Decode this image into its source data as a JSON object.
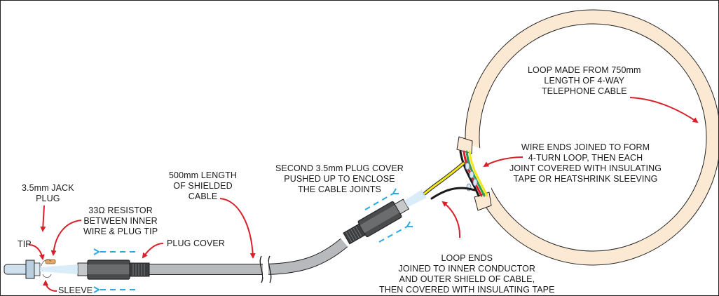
{
  "diagram": {
    "title": "Loop antenna built from shielded cable and 4-way telephone cable",
    "colors": {
      "arrow": "#d9202a",
      "motion_arrow": "#29a9e1",
      "loop_fill": "#fbe9d3",
      "cable_grey": "#b7b9bc",
      "plug_cover": "#4a4b4d",
      "wire_yellow": "#f2e51c",
      "wire_black": "#1a1a1a",
      "wire_red": "#d9202a",
      "wire_green": "#2e9e48"
    },
    "labels": {
      "jack_plug": [
        "3.5mm JACK",
        "PLUG"
      ],
      "resistor": [
        "33Ω RESISTOR",
        "BETWEEN INNER",
        "WIRE & PLUG TIP"
      ],
      "tip": [
        "TIP"
      ],
      "sleeve": [
        "SLEEVE"
      ],
      "plug_cover": [
        "PLUG COVER"
      ],
      "shielded_cable": [
        "500mm LENGTH",
        "OF SHIELDED",
        "CABLE"
      ],
      "second_plug_cover": [
        "SECOND 3.5mm PLUG COVER",
        "PUSHED UP TO ENCLOSE",
        "THE CABLE JOINTS"
      ],
      "loop_ends": [
        "LOOP ENDS",
        "JOINED TO INNER CONDUCTOR",
        "AND OUTER SHIELD OF CABLE,",
        "THEN COVERED WITH INSULATING TAPE"
      ],
      "wire_ends": [
        "WIRE ENDS JOINED TO  FORM",
        "4-TURN LOOP, THEN EACH",
        "JOINT COVERED WITH INSULATING",
        "TAPE OR HEATSHRINK SLEEVING"
      ],
      "loop_made": [
        "LOOP MADE FROM 750mm",
        "LENGTH OF 4-WAY",
        "TELEPHONE CABLE"
      ]
    }
  }
}
